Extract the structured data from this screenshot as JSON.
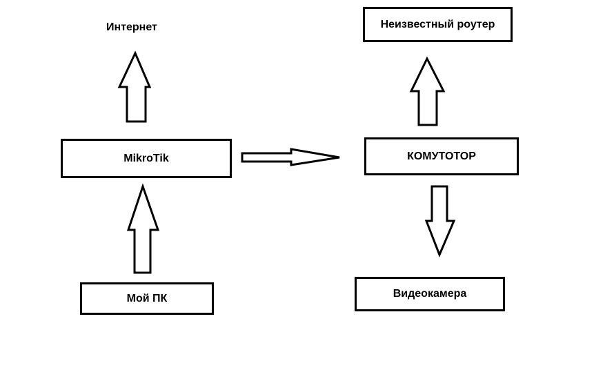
{
  "nodes": {
    "internet": "Интернет",
    "mikrotik": "MikroTik",
    "my_pc": "Мой ПК",
    "unknown_router": "Неизвестный роутер",
    "switch": "КОМУТОТОР",
    "camera": "Видеокамера"
  },
  "colors": {
    "stroke": "#000000",
    "fill": "#ffffff"
  }
}
